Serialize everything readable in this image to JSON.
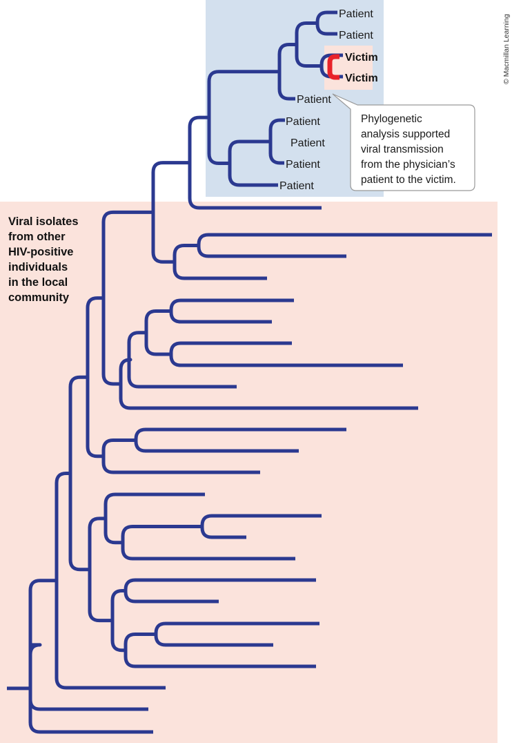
{
  "colors": {
    "branch": "#2b3990",
    "community_bg": "#fbe3dc",
    "patient_bg": "#d3e0ee",
    "victim_highlight": "#e8232a",
    "victim_box": "#fbe3dc",
    "callout_border": "#999999",
    "callout_fill": "#ffffff"
  },
  "labels": {
    "patient": [
      "Patient",
      "Patient",
      "Patient",
      "Patient",
      "Patient",
      "Patient",
      "Patient"
    ],
    "victim": [
      "Victim",
      "Victim"
    ]
  },
  "region_label": [
    "Viral isolates",
    "from other",
    "HIV-positive",
    "individuals",
    "in the local",
    "community"
  ],
  "callout": [
    "Phylogenetic",
    "analysis supported",
    "viral transmission",
    "from the physician’s",
    "patient to the victim."
  ],
  "credit": "© Macmillan Learning"
}
